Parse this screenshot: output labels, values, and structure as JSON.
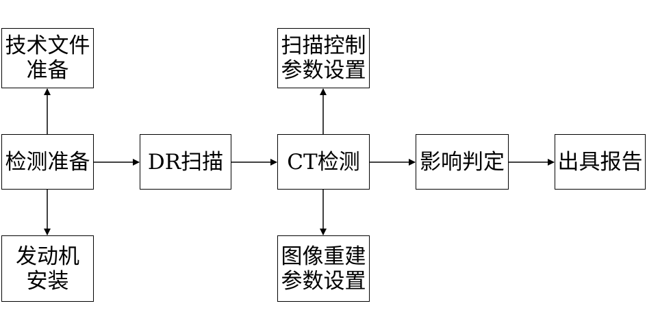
{
  "nodes": {
    "tech_docs": [
      "技术文件",
      "准备"
    ],
    "inspection_prep": [
      "检测准备"
    ],
    "engine_install": [
      "发动机",
      "安装"
    ],
    "dr_scan": [
      "DR扫描"
    ],
    "scan_params": [
      "扫描控制",
      "参数设置"
    ],
    "ct_inspection": [
      "CT检测"
    ],
    "recon_params": [
      "图像重建",
      "参数设置"
    ],
    "image_judgment": [
      "影响判定"
    ],
    "issue_report": [
      "出具报告"
    ]
  },
  "edges": [
    {
      "from": "inspection_prep",
      "to": "tech_docs"
    },
    {
      "from": "inspection_prep",
      "to": "engine_install"
    },
    {
      "from": "inspection_prep",
      "to": "dr_scan"
    },
    {
      "from": "dr_scan",
      "to": "ct_inspection"
    },
    {
      "from": "ct_inspection",
      "to": "scan_params"
    },
    {
      "from": "ct_inspection",
      "to": "recon_params"
    },
    {
      "from": "ct_inspection",
      "to": "image_judgment"
    },
    {
      "from": "image_judgment",
      "to": "issue_report"
    }
  ]
}
